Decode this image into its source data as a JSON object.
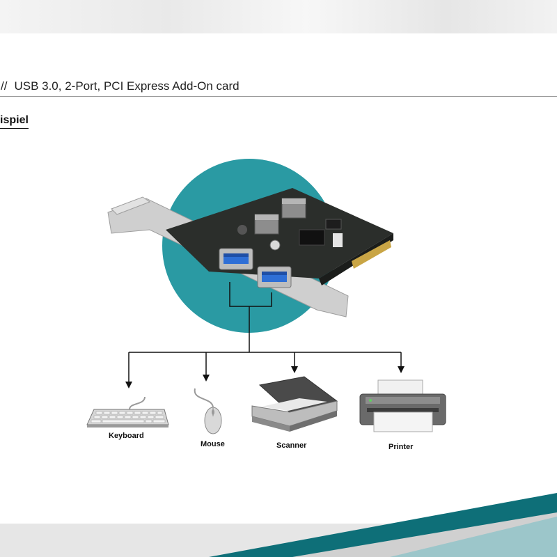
{
  "header": {
    "prefix": "//",
    "title": "USB 3.0, 2-Port, PCI Express Add-On card"
  },
  "section": {
    "label": "ispiel"
  },
  "devices": [
    {
      "label": "Keyboard",
      "icon": "keyboard-icon"
    },
    {
      "label": "Mouse",
      "icon": "mouse-icon"
    },
    {
      "label": "Scanner",
      "icon": "scanner-icon"
    },
    {
      "label": "Printer",
      "icon": "printer-icon"
    }
  ],
  "colors": {
    "circle": "#2a9aa3",
    "usb_blue": "#2f6fd6",
    "pcb": "#2b2e2b",
    "bracket": "#c8c8c8",
    "line": "#111111",
    "band_teal": "#0e6f78"
  }
}
